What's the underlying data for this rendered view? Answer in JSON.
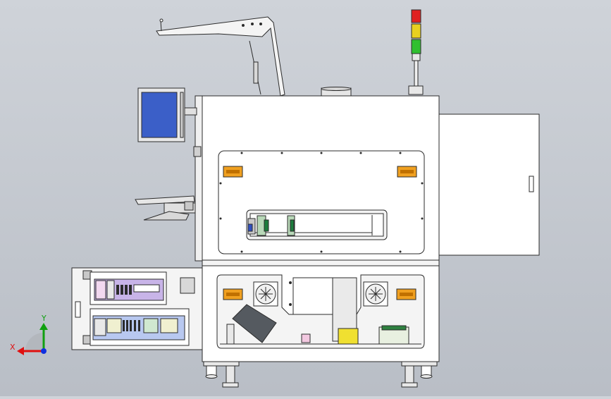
{
  "axis_triad": {
    "x_label": "X",
    "y_label": "Y"
  },
  "colors": {
    "background_top": "#cfd3d9",
    "background_bottom": "#b9bec6",
    "body_fill": "#ffffff",
    "outline": "#2b2b2b",
    "monitor_screen": "#3b5fc8",
    "label_orange": "#f0a020",
    "light_red": "#e02020",
    "light_yellow": "#e8d020",
    "light_green": "#30c030",
    "axis_x": "#e01010",
    "axis_y": "#10a010",
    "axis_z": "#1030e0",
    "panel_purple": "#c8b4e8",
    "panel_blue": "#b8c8f0"
  },
  "components": [
    "tower-light",
    "arm-mounted-monitor",
    "keyboard-tray",
    "upper-chamber-window",
    "side-door",
    "electrical-cabinet",
    "lower-compartment",
    "leveling-feet"
  ]
}
